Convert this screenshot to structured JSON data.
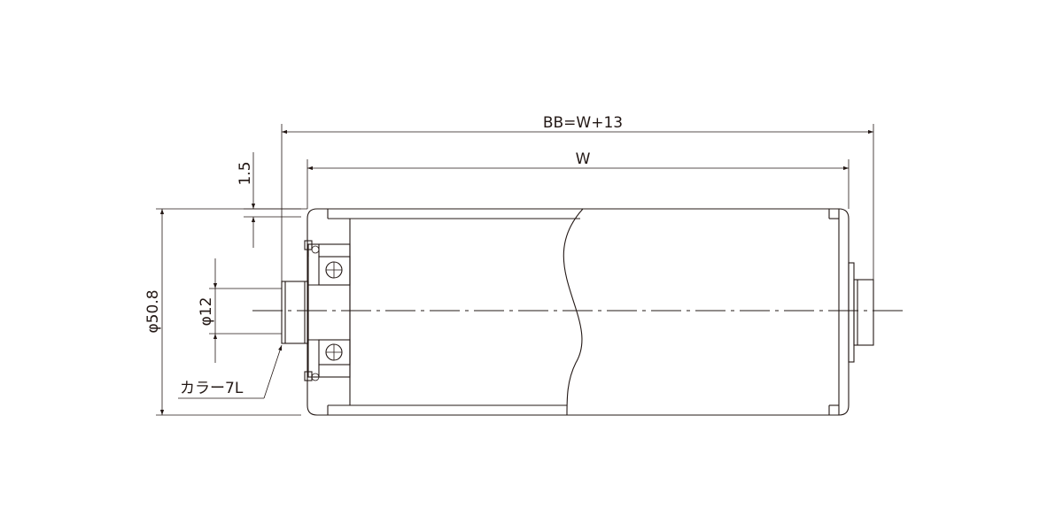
{
  "drawing": {
    "title": "",
    "dimensions": {
      "overall_length": "BB=W+13",
      "roller_width": "W",
      "flange_offset": "1.5",
      "tube_diameter": "φ50.8",
      "shaft_diameter": "φ12"
    },
    "callouts": {
      "collar": "カラー7L"
    },
    "colors": {
      "line": "#231815",
      "background": "#ffffff"
    }
  }
}
